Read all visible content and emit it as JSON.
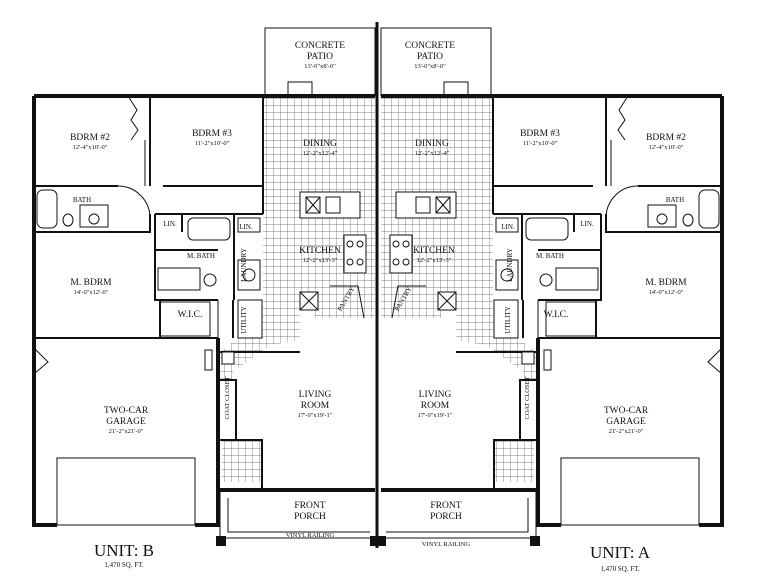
{
  "rooms": {
    "patio_label_1": "CONCRETE",
    "patio_label_2": "PATIO",
    "patio_dim": "13'-0\"x8'-0\"",
    "bdrm2": "BDRM #2",
    "bdrm2_dim": "12'-4\"x10'-0\"",
    "bdrm3": "BDRM #3",
    "bdrm3_dim": "11'-2\"x10'-0\"",
    "dining": "DINING",
    "dining_dim": "12'-2\"x12'-4\"",
    "kitchen": "KITCHEN",
    "kitchen_dim": "12'-2\"x13'-3\"",
    "bath": "BATH",
    "lin": "LIN.",
    "mbath": "M. BATH",
    "mbdrm": "M. BDRM",
    "mbdrm_dim": "14'-0\"x12'-0\"",
    "laundry": "LAUNDRY",
    "utility": "UTILITY",
    "pantry": "PANTRY",
    "wic": "W.I.C.",
    "living_1": "LIVING",
    "living_2": "ROOM",
    "living_dim": "17'-0\"x19'-1\"",
    "coat_closet": "COAT CLOSET",
    "garage_1": "TWO-CAR",
    "garage_2": "GARAGE",
    "garage_dim": "21'-2\"x21'-0\"",
    "porch_1": "FRONT",
    "porch_2": "PORCH",
    "railing": "VINYL RAILING"
  },
  "units": {
    "left_title": "UNIT: B",
    "left_sqft": "1,470 SQ. FT.",
    "right_title": "UNIT: A",
    "right_sqft": "1,470 SQ. FT."
  },
  "colors": {
    "ink": "#111111",
    "grid": "#555555",
    "paper": "#ffffff"
  }
}
